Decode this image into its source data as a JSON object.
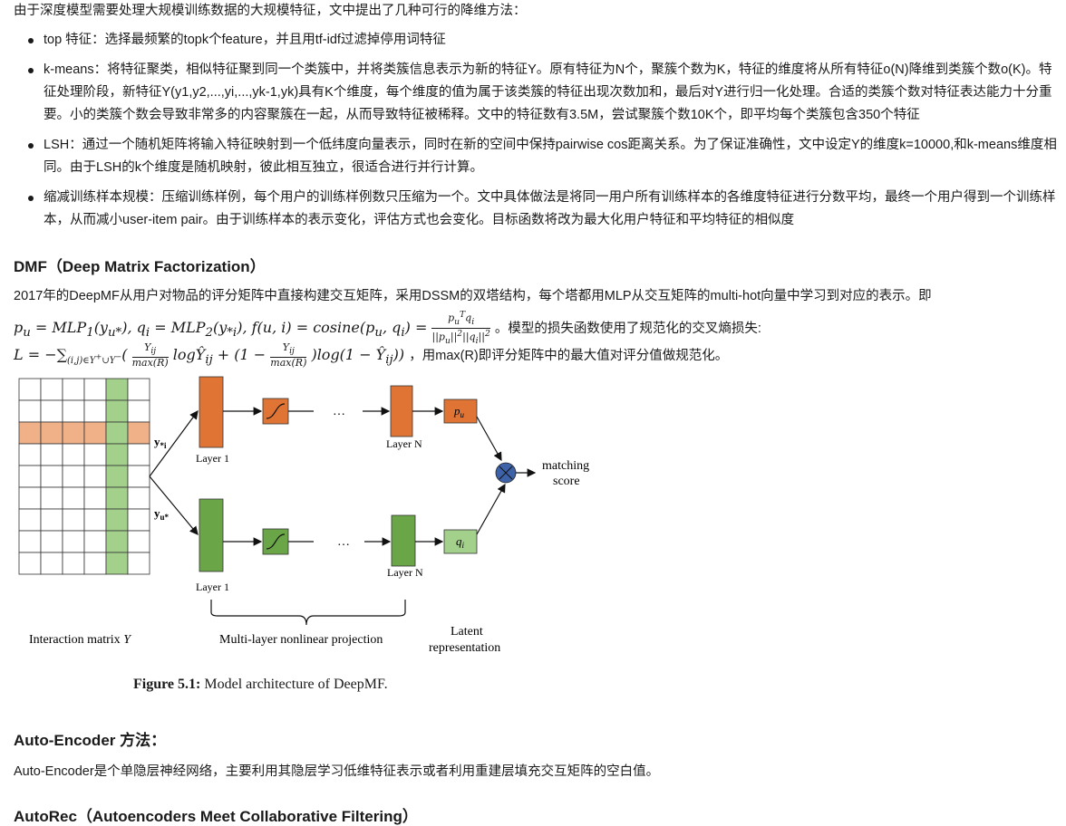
{
  "intro": "由于深度模型需要处理大规模训练数据的大规模特征，文中提出了几种可行的降维方法：",
  "bullets": [
    "top 特征：选择最频繁的topk个feature，并且用tf-idf过滤掉停用词特征",
    "k-means：将特征聚类，相似特征聚到同一个类簇中，并将类簇信息表示为新的特征Y。原有特征为N个，聚簇个数为K，特征的维度将从所有特征o(N)降维到类簇个数o(K)。特征处理阶段，新特征Y(y1,y2,...,yi,...,yk-1,yk)具有K个维度，每个维度的值为属于该类簇的特征出现次数加和，最后对Y进行归一化处理。合适的类簇个数对特征表达能力十分重要。小的类簇个数会导致非常多的内容聚簇在一起，从而导致特征被稀释。文中的特征数有3.5M，尝试聚簇个数10K个，即平均每个类簇包含350个特征",
    "LSH：通过一个随机矩阵将输入特征映射到一个低纬度向量表示，同时在新的空间中保持pairwise cos距离关系。为了保证准确性，文中设定Y的维度k=10000,和k-means维度相同。由于LSH的k个维度是随机映射，彼此相互独立，很适合进行并行计算。",
    "缩减训练样本规模：压缩训练样例，每个用户的训练样例数只压缩为一个。文中具体做法是将同一用户所有训练样本的各维度特征进行分数平均，最终一个用户得到一个训练样本，从而减小user-item pair。由于训练样本的表示变化，评估方式也会变化。目标函数将改为最大化用户特征和平均特征的相似度"
  ],
  "dmf": {
    "heading": "DMF（Deep Matrix Factorization）",
    "para": "2017年的DeepMF从用户对物品的评分矩阵中直接构建交互矩阵，采用DSSM的双塔结构，每个塔都用MLP从交互矩阵的multi-hot向量中学习到对应的表示。即",
    "formula1": "p_u = MLP_1(y_{u*}), q_i = MLP_2(y_{*i}), f(u,i) = cosine(p_u, q_i) = \\frac{p_u^T q_i}{||p_u||^2 ||q_i||^2}",
    "formula1_suffix": "。模型的损失函数使用了规范化的交叉熵损失:",
    "formula2": "L = -\\sum_{(i,j) \\in Y^+ \\cup Y^-} (\\frac{Y_{ij}}{max(R)} log \\hat{Y}_{ij} + (1 - \\frac{Y_{ij}}{max(R)}) log(1 - \\hat{Y}_{ij}))",
    "formula2_suffix": "，用max(R)即评分矩阵中的最大值对评分值做规范化。"
  },
  "figure": {
    "labels": {
      "y_star_i": "y*i",
      "y_u_star": "yu*",
      "layer1": "Layer 1",
      "layerN": "Layer N",
      "dots": "…",
      "pu": "pu",
      "qi": "qi",
      "matching": "matching",
      "score": "score",
      "interaction": "Interaction matrix Y",
      "projection": "Multi-layer nonlinear projection",
      "latent1": "Latent",
      "latent2": "representation"
    },
    "caption_label": "Figure 5.1:",
    "caption_text": " Model architecture of DeepMF.",
    "colors": {
      "orange": "#e07434",
      "orange_light": "#f0b088",
      "green": "#6aa548",
      "green_light": "#a3d08a",
      "blue": "#3d62a8"
    }
  },
  "autoencoder": {
    "heading": "Auto-Encoder 方法：",
    "para": "Auto-Encoder是个单隐层神经网络，主要利用其隐层学习低维特征表示或者利用重建层填充交互矩阵的空白值。"
  },
  "autorec": {
    "heading": "AutoRec（Autoencoders Meet Collaborative Filtering）"
  }
}
